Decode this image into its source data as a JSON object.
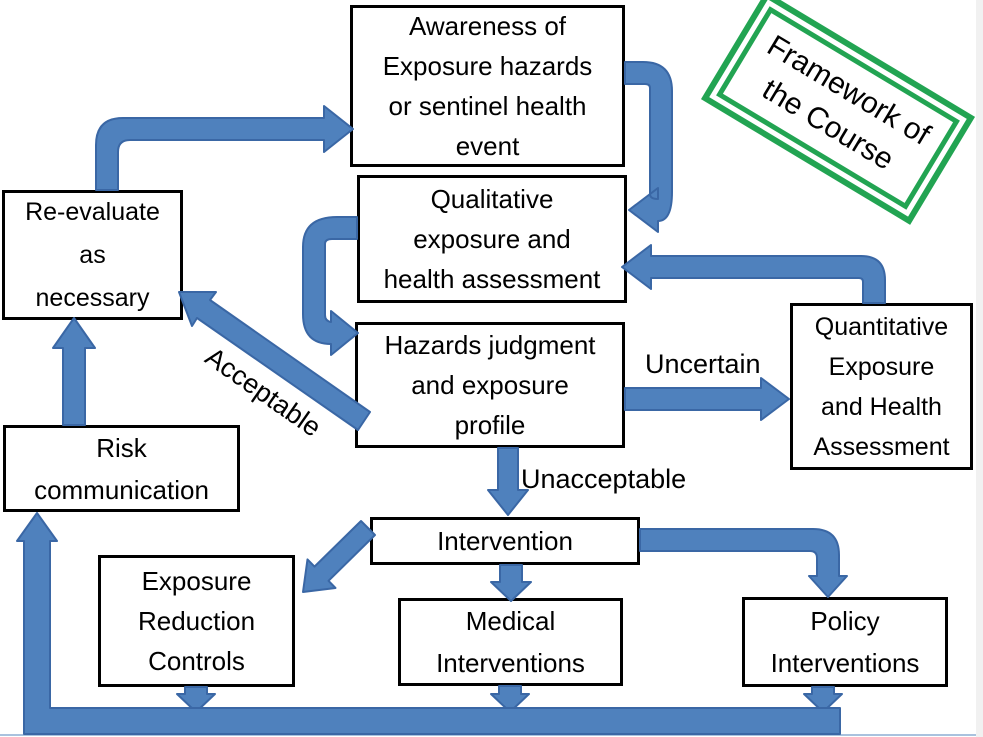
{
  "boxes": {
    "awareness": "Awareness of\nExposure hazards\nor sentinel health\nevent",
    "reevaluate": "Re-evaluate\nas\nnecessary",
    "qualitative": "Qualitative\nexposure and\nhealth assessment",
    "hazards": "Hazards judgment\nand exposure\nprofile",
    "quantitative": "Quantitative\nExposure\nand Health\nAssessment",
    "risk_communication": "Risk\ncommunication",
    "intervention": "Intervention",
    "exposure_reduction": "Exposure\nReduction\nControls",
    "medical": "Medical\nInterventions",
    "policy": "Policy\nInterventions",
    "framework": "Framework of\nthe Course"
  },
  "labels": {
    "acceptable": "Acceptable",
    "uncertain": "Uncertain",
    "unacceptable": "Unacceptable"
  },
  "colors": {
    "arrow_fill": "#4F81BD",
    "arrow_stroke": "#3A67A5",
    "framework_green": "#22A452",
    "box_border": "#000000",
    "baseline_line": "#A9C2DE"
  }
}
